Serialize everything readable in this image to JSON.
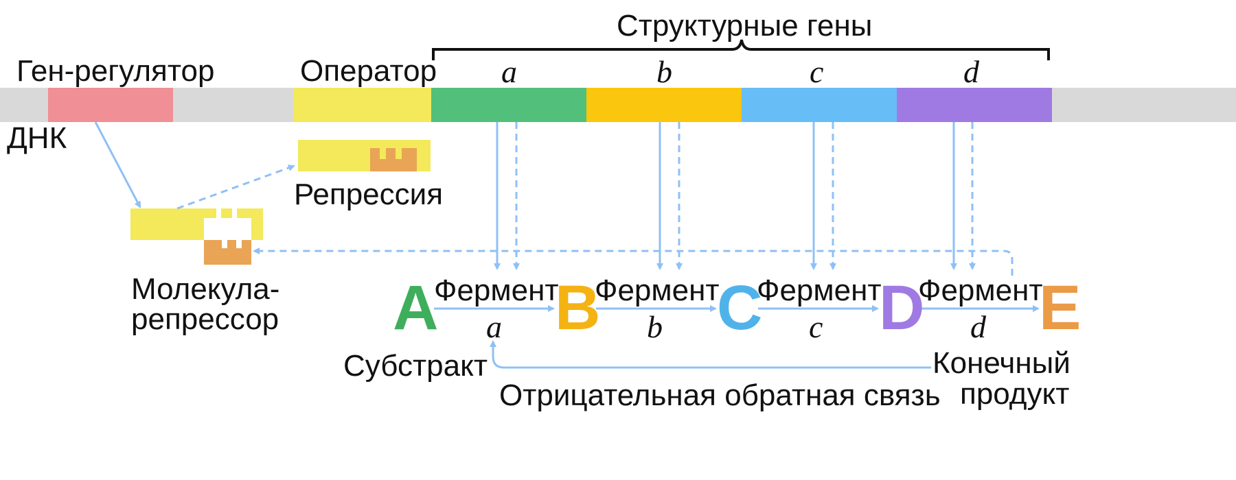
{
  "labels": {
    "structural_genes": "Структурные гены",
    "regulator_gene": "Ген-регулятор",
    "operator": "Оператор",
    "dna": "ДНК",
    "repression": "Репрессия",
    "repressor_molecule_line1": "Молекула-",
    "repressor_molecule_line2": "репрессор",
    "substrate": "Субстракт",
    "end_product_line1": "Конечный",
    "end_product_line2": "продукт",
    "negative_feedback": "Отрицательная обратная связь"
  },
  "genes": [
    {
      "letter": "a",
      "color": "#52c07b"
    },
    {
      "letter": "b",
      "color": "#fbc60e"
    },
    {
      "letter": "c",
      "color": "#67bdf5"
    },
    {
      "letter": "d",
      "color": "#9f7ae3"
    }
  ],
  "metabolites": [
    {
      "letter": "A",
      "color": "#3fae5c"
    },
    {
      "letter": "B",
      "color": "#f4b313"
    },
    {
      "letter": "C",
      "color": "#4fb3ea"
    },
    {
      "letter": "D",
      "color": "#9f7ae3"
    },
    {
      "letter": "E",
      "color": "#eb9a45"
    }
  ],
  "enzymes": [
    {
      "label": "Фермент",
      "letter": "a"
    },
    {
      "label": "Фермент",
      "letter": "b"
    },
    {
      "label": "Фермент",
      "letter": "c"
    },
    {
      "label": "Фермент",
      "letter": "d"
    }
  ],
  "colors": {
    "dna_strand": "#d9d9d9",
    "regulator_gene": "#f08f96",
    "operator": "#f3e95a",
    "repressor": "#f3e95a",
    "corepressor": "#e9a456",
    "arrow": "#8fc0f5"
  }
}
